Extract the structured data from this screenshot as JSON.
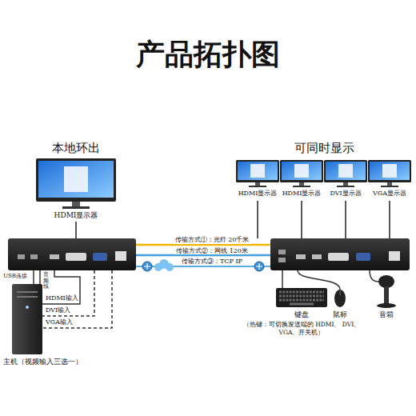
{
  "diagram": {
    "title": "产品拓扑图",
    "nodes": [
      {
        "text": [
          "HDMI显示器"
        ]
      },
      {
        "text": [
          "HDMI显示器"
        ]
      },
      {
        "text": [
          "HDMI显示器"
        ]
      },
      {
        "text": [
          "DVI显示器"
        ]
      },
      {
        "text": [
          "VGA显示器"
        ]
      },
      {
        "text": [
          "主机（视频输入三选一）"
        ]
      },
      {
        "text": [
          "键盘",
          "（热键：可切换发送端的 HDMI、 DVI、VGA、开关机）"
        ]
      },
      {
        "text": [
          "鼠标"
        ]
      },
      {
        "text": [
          "音箱"
        ]
      }
    ],
    "labels": [
      "本地环出",
      "可同时显示",
      "传输方式①：光纤 20千米",
      "传输方式②：网线 120米",
      "传输方式③：TCP IP",
      "USB连接",
      "音频线",
      "HDMI输入",
      "DVI输入",
      "VGA输入"
    ]
  }
}
